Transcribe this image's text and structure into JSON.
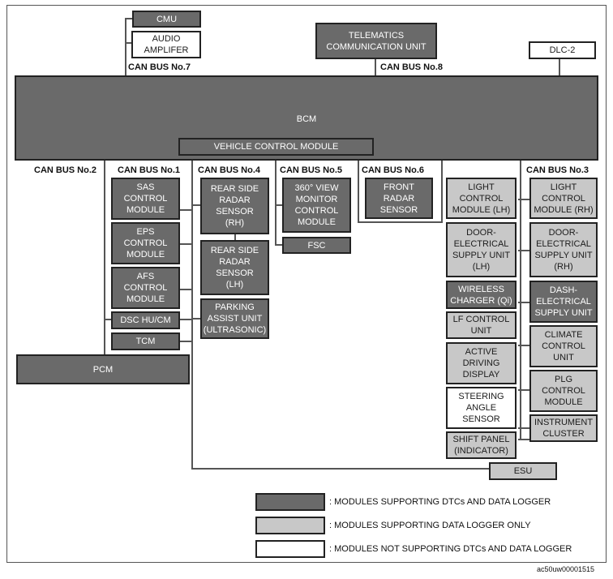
{
  "modules": {
    "cmu": "CMU",
    "audio_amp": "AUDIO\nAMPLIFER",
    "telematics": "TELEMATICS\nCOMMUNICATION UNIT",
    "dlc2": "DLC-2",
    "bcm": "BCM",
    "vcm": "VEHICLE CONTROL MODULE",
    "sas": "SAS\nCONTROL\nMODULE",
    "eps": "EPS\nCONTROL\nMODULE",
    "afs": "AFS\nCONTROL\nMODULE",
    "dsc": "DSC HU/CM",
    "tcm": "TCM",
    "pcm": "PCM",
    "rsr_rh": "REAR SIDE\nRADAR\nSENSOR\n(RH)",
    "rsr_lh": "REAR SIDE\nRADAR\nSENSOR\n(LH)",
    "parking": "PARKING\nASSIST UNIT\n(ULTRASONIC)",
    "view360": "360° VIEW\nMONITOR\nCONTROL\nMODULE",
    "fsc": "FSC",
    "front_radar": "FRONT\nRADAR\nSENSOR",
    "light_lh": "LIGHT\nCONTROL\nMODULE (LH)",
    "door_lh": "DOOR-\nELECTRICAL\nSUPPLY UNIT\n(LH)",
    "wireless": "WIRELESS\nCHARGER (Qi)",
    "lf": "LF CONTROL\nUNIT",
    "add": "ACTIVE\nDRIVING\nDISPLAY",
    "steering": "STEERING\nANGLE\nSENSOR",
    "shift": "SHIFT PANEL\n(INDICATOR)",
    "light_rh": "LIGHT\nCONTROL\nMODULE (RH)",
    "door_rh": "DOOR-\nELECTRICAL\nSUPPLY UNIT\n(RH)",
    "dash": "DASH-\nELECTRICAL\nSUPPLY UNIT",
    "climate": "CLIMATE\nCONTROL\nUNIT",
    "plg": "PLG\nCONTROL\nMODULE",
    "instrument": "INSTRUMENT\nCLUSTER",
    "esu": "ESU"
  },
  "buses": {
    "bus7": "CAN BUS No.7",
    "bus8": "CAN BUS No.8",
    "bus2": "CAN BUS No.2",
    "bus1": "CAN BUS No.1",
    "bus4": "CAN BUS No.4",
    "bus5": "CAN BUS No.5",
    "bus6": "CAN BUS No.6",
    "bus3": "CAN BUS No.3"
  },
  "legend": {
    "dtc_and_logger": ": MODULES SUPPORTING DTCs AND DATA LOGGER",
    "logger_only": ": MODULES SUPPORTING  DATA LOGGER ONLY",
    "not_supporting": ": MODULES NOT SUPPORTING DTCs AND DATA LOGGER"
  },
  "colors": {
    "dtc_and_logger": "#6a6a6a",
    "logger_only": "#c8c8c8",
    "not_supporting": "#ffffff"
  },
  "figure_code": "ac50uw00001515"
}
